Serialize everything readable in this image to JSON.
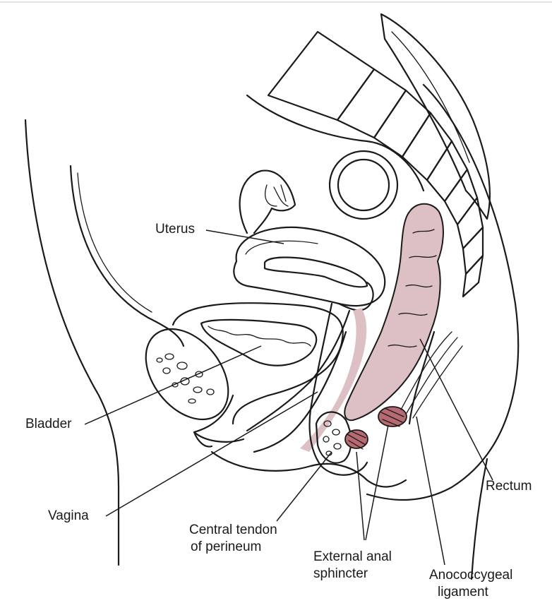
{
  "colors": {
    "tissue_pink": "#dcc0c4",
    "muscle_red": "#b86a72",
    "line": "#1a1a1a",
    "background": "#ffffff"
  },
  "labels": {
    "uterus": "Uterus",
    "bladder": "Bladder",
    "vagina": "Vagina",
    "central_tendon_line1": "Central tendon",
    "central_tendon_line2": "of perineum",
    "external_anal_line1": "External anal",
    "external_anal_line2": "sphincter",
    "rectum": "Rectum",
    "anococcygeal_line1": "Anococcygeal",
    "anococcygeal_line2": "ligament"
  }
}
